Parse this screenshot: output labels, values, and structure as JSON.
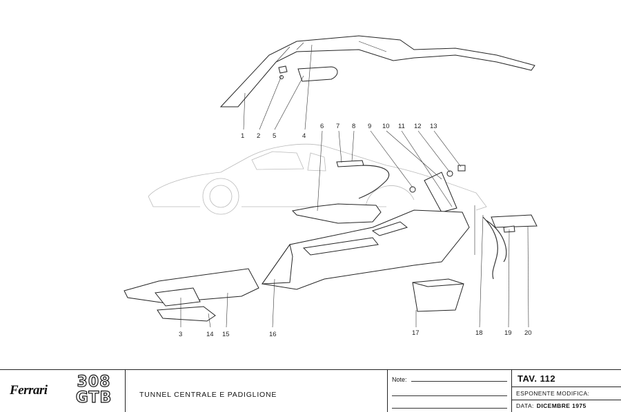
{
  "callouts": [
    "1",
    "2",
    "5",
    "4",
    "6",
    "7",
    "8",
    "9",
    "10",
    "11",
    "12",
    "13",
    "18",
    "19",
    "20",
    "3",
    "14",
    "15",
    "16",
    "17"
  ],
  "title_block": {
    "brand": "Ferrari",
    "model_line1": "308",
    "model_line2": "GTB",
    "title": "TUNNEL CENTRALE E PADIGLIONE",
    "notes_label": "Note:",
    "tav": "TAV. 112",
    "esponente_label": "ESPONENTE MODIFICA:",
    "data_label": "DATA:",
    "data_value": "DICEMBRE 1975"
  }
}
